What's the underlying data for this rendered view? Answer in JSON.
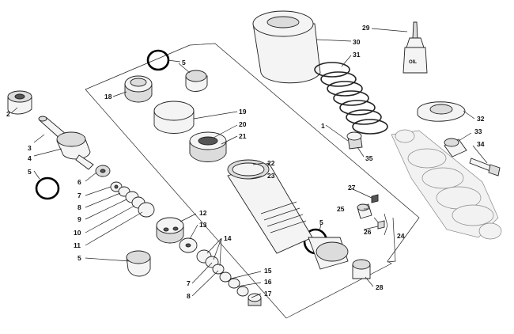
{
  "labels": {
    "l1": "1",
    "l2": "2",
    "l3": "3",
    "l4": "4",
    "l5a": "5",
    "l5b": "5",
    "l5c": "5",
    "l5d": "5",
    "l6": "6",
    "l7a": "7",
    "l7b": "7",
    "l8a": "8",
    "l8b": "8",
    "l9": "9",
    "l10": "10",
    "l11": "11",
    "l12": "12",
    "l13": "13",
    "l14": "14",
    "l15": "15",
    "l16": "16",
    "l17": "17",
    "l18": "18",
    "l19": "19",
    "l20": "20",
    "l21": "21",
    "l22": "22",
    "l23": "23",
    "l24": "24",
    "l25": "25",
    "l26": "26",
    "l27": "27",
    "l28": "28",
    "l29": "29",
    "l30": "30",
    "l31": "31",
    "l32": "32",
    "l33": "33",
    "l34": "34",
    "l35": "35"
  },
  "oil_bottle_label": "OIL"
}
